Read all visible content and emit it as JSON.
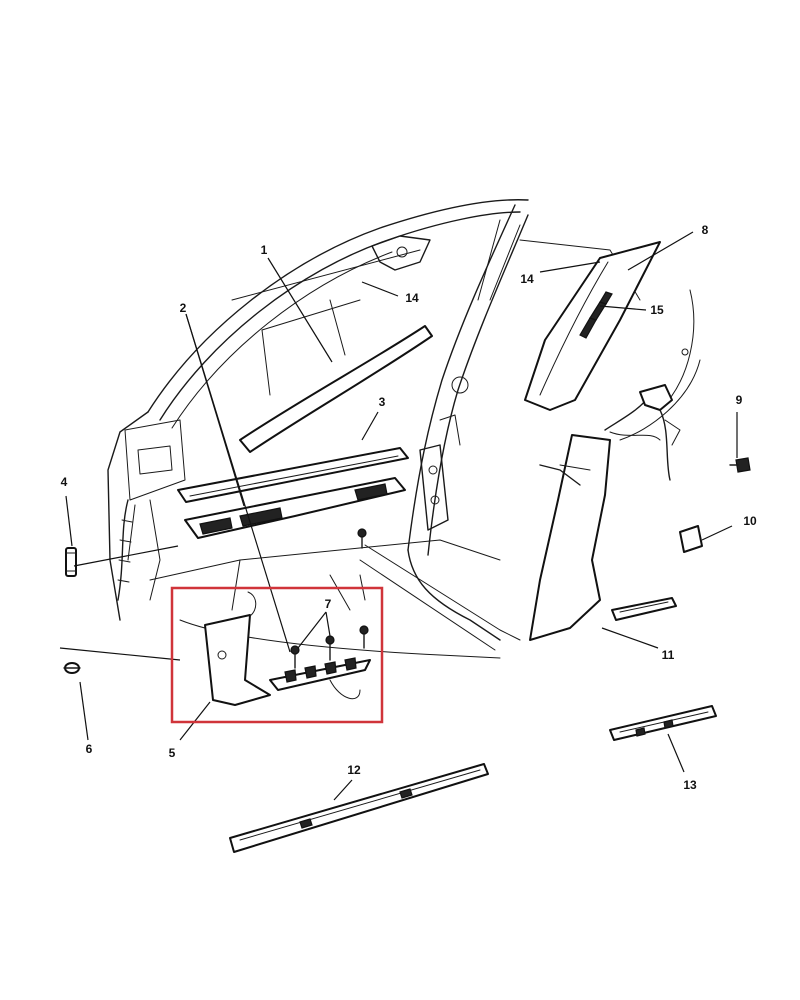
{
  "highlight_color": "#d0343a",
  "callouts": {
    "c1": "1",
    "c2": "2",
    "c3": "3",
    "c4": "4",
    "c5": "5",
    "c6": "6",
    "c7": "7",
    "c8": "8",
    "c9": "9",
    "c10": "10",
    "c11": "11",
    "c12": "12",
    "c13": "13",
    "c14a": "14",
    "c14b": "14",
    "c15": "15"
  }
}
